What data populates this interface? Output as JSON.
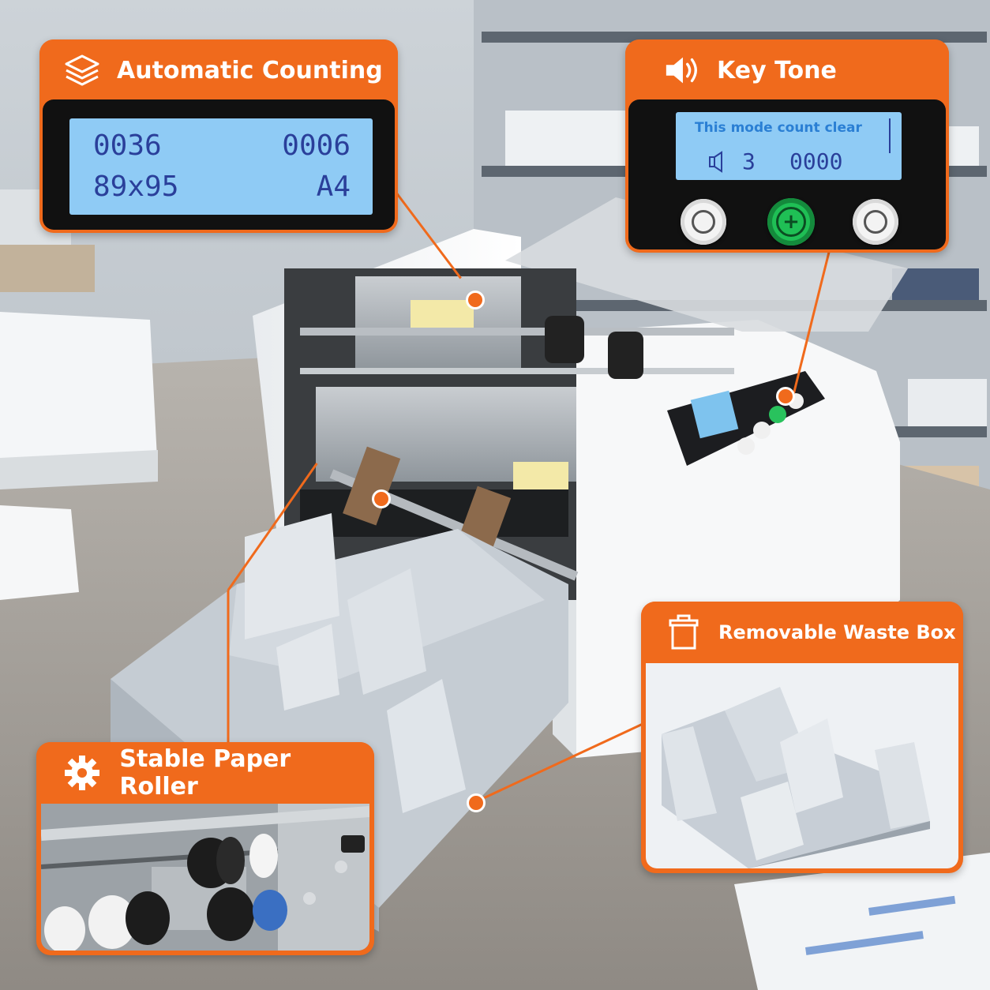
{
  "callouts": {
    "automatic_counting": {
      "title": "Automatic Counting",
      "icon": "stacked-layers-icon",
      "lcd": {
        "top_left": "0036",
        "top_right": "0006",
        "bottom_left": "89x95",
        "bottom_right": "A4"
      }
    },
    "key_tone": {
      "title": "Key Tone",
      "icon": "speaker-icon",
      "lcd": {
        "line1": "This mode count clear",
        "mode": "3",
        "count": "0000"
      },
      "center_button_symbol": "+"
    },
    "removable_waste_box": {
      "title": "Removable Waste Box",
      "icon": "trash-bin-icon"
    },
    "stable_paper_roller": {
      "title": "Stable Paper Roller",
      "icon": "gear-icon"
    }
  },
  "colors": {
    "accent": "#f06a1c",
    "lcd_bg": "#8fcbf5",
    "lcd_text": "#2a3f9a",
    "button_green": "#1fbf55"
  }
}
